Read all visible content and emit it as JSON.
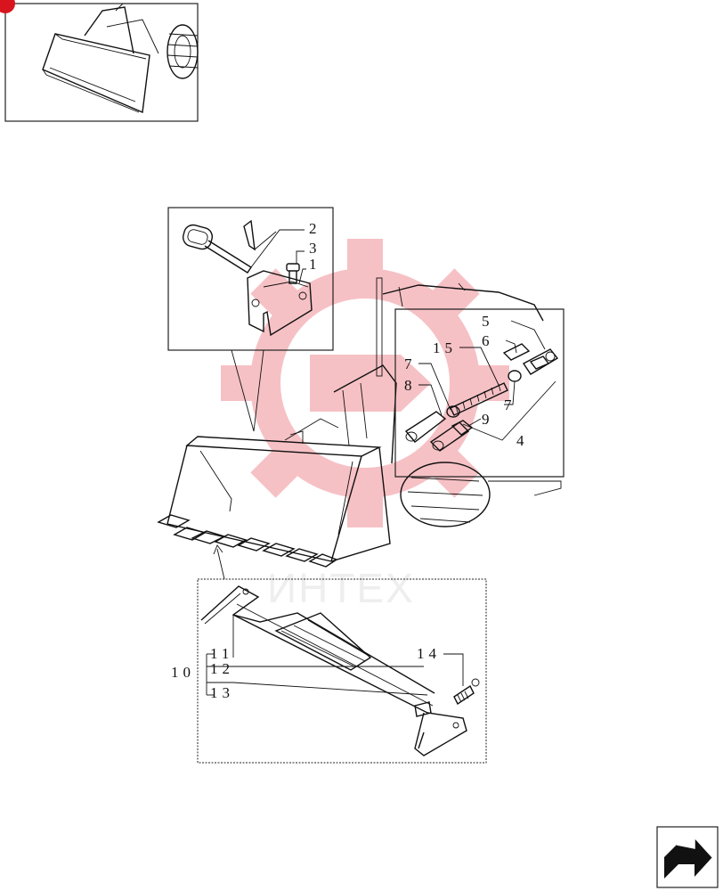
{
  "watermark": {
    "text": "ИНТЕХ",
    "color": "#e8505b"
  },
  "callouts": [
    {
      "id": "c1",
      "text": "1"
    },
    {
      "id": "c2",
      "text": "2"
    },
    {
      "id": "c3",
      "text": "3"
    },
    {
      "id": "c4",
      "text": "4"
    },
    {
      "id": "c5",
      "text": "5"
    },
    {
      "id": "c6",
      "text": "6"
    },
    {
      "id": "c7a",
      "text": "7"
    },
    {
      "id": "c7b",
      "text": "7"
    },
    {
      "id": "c8",
      "text": "8"
    },
    {
      "id": "c9",
      "text": "9"
    },
    {
      "id": "c10",
      "text": "10"
    },
    {
      "id": "c11",
      "text": "11"
    },
    {
      "id": "c12",
      "text": "12"
    },
    {
      "id": "c13",
      "text": "13"
    },
    {
      "id": "c14",
      "text": "14"
    },
    {
      "id": "c15",
      "text": "15"
    }
  ],
  "icons": {
    "thumbnail": "loader-bucket-thumbnail",
    "next": "next-page-arrow-icon"
  },
  "colors": {
    "line": "#111111",
    "badge": "#d8141e",
    "watermark_text": "#cfcfcf"
  }
}
